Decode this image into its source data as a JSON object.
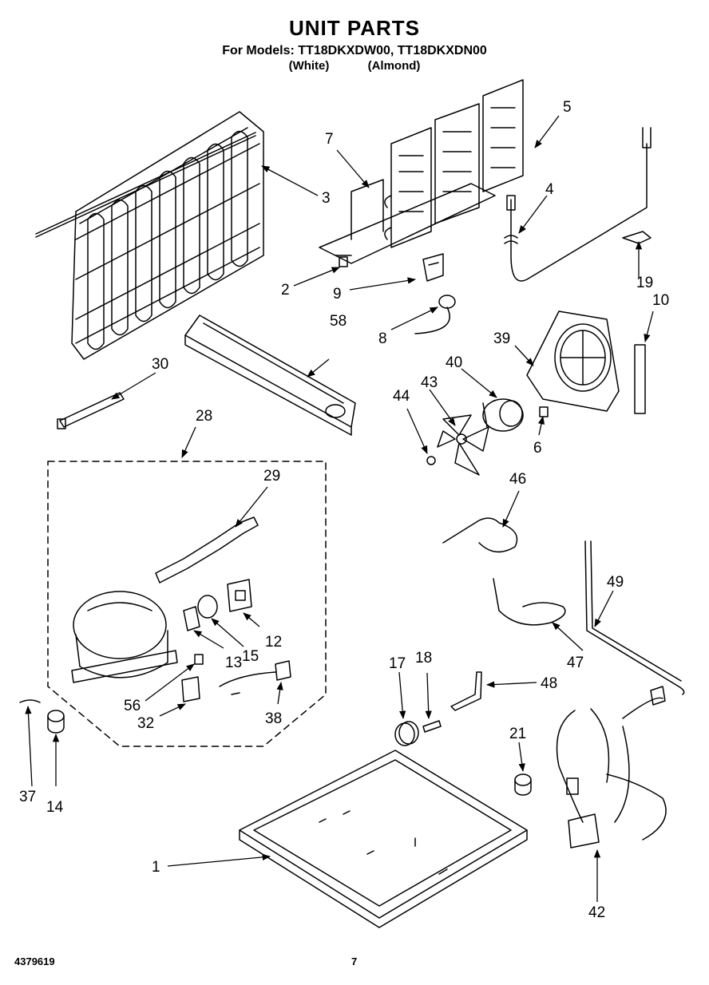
{
  "header": {
    "title": "UNIT PARTS",
    "models_line": "For Models: TT18DKXDW00, TT18DKXDN00",
    "color_white": "(White)",
    "color_almond": "(Almond)"
  },
  "footer": {
    "doc_number": "4379619",
    "page_number": "7"
  },
  "callouts": {
    "c1": "1",
    "c2": "2",
    "c3": "3",
    "c4": "4",
    "c5": "5",
    "c6": "6",
    "c7": "7",
    "c8": "8",
    "c9": "9",
    "c10": "10",
    "c12": "12",
    "c13": "13",
    "c14": "14",
    "c15": "15",
    "c17": "17",
    "c18": "18",
    "c19": "19",
    "c21": "21",
    "c28": "28",
    "c29": "29",
    "c30": "30",
    "c32": "32",
    "c37": "37",
    "c38": "38",
    "c39": "39",
    "c40": "40",
    "c42": "42",
    "c43": "43",
    "c44": "44",
    "c46": "46",
    "c47": "47",
    "c48": "48",
    "c49": "49",
    "c56": "56",
    "c58": "58"
  }
}
